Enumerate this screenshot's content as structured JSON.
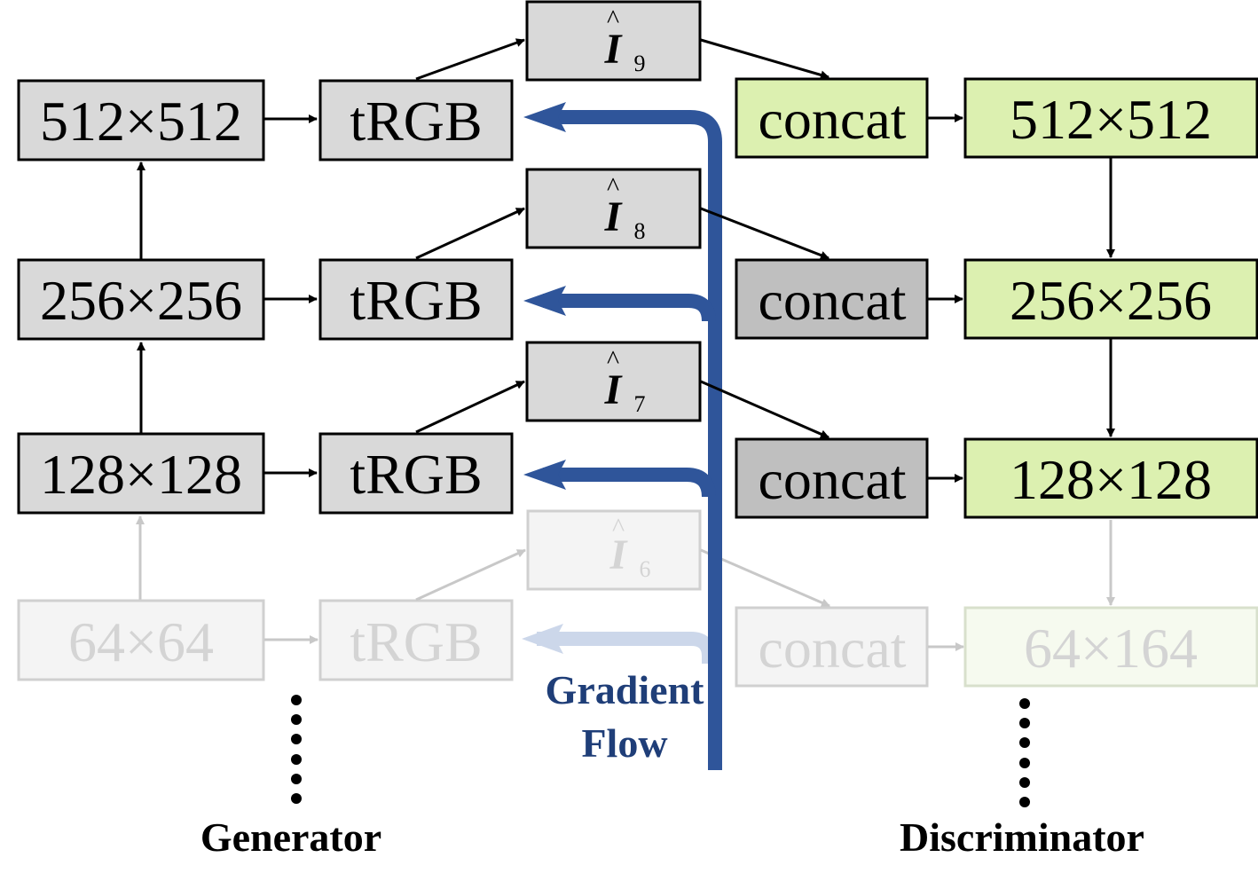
{
  "generator": {
    "blocks": [
      "512×512",
      "256×256",
      "128×128",
      "64×64"
    ],
    "trgb_label": "tRGB",
    "label": "Generator"
  },
  "images": {
    "symbol": "I",
    "subscripts": [
      "9",
      "8",
      "7",
      "6"
    ]
  },
  "discriminator": {
    "concat_label": "concat",
    "blocks": [
      "512×512",
      "256×256",
      "128×128",
      "64×164"
    ],
    "label": "Discriminator"
  },
  "gradient": {
    "line1": "Gradient",
    "line2": "Flow"
  },
  "colors": {
    "gray_box": "#d9d9d9",
    "dark_gray_box": "#bfbfbf",
    "green_box": "#dcf0b0",
    "gradient_blue": "#2f559a",
    "gradient_text": "#1f3e78"
  }
}
